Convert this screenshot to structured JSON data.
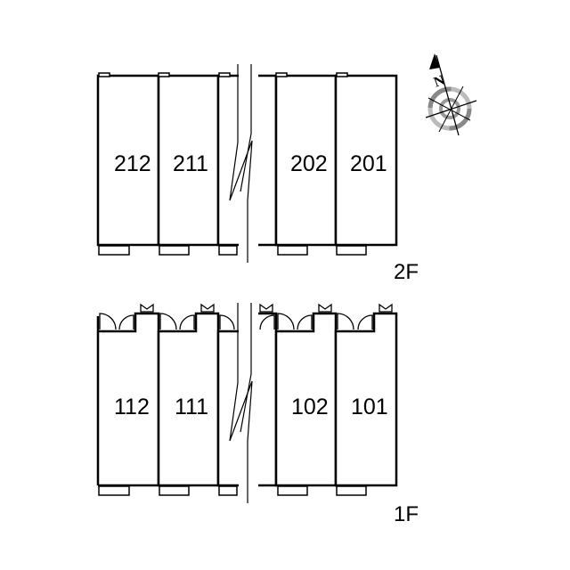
{
  "floor2": {
    "label": "2F",
    "units": [
      "212",
      "211",
      "202",
      "201"
    ]
  },
  "floor1": {
    "label": "1F",
    "units": [
      "112",
      "111",
      "102",
      "101"
    ]
  },
  "compass": {
    "north_label": "N"
  }
}
